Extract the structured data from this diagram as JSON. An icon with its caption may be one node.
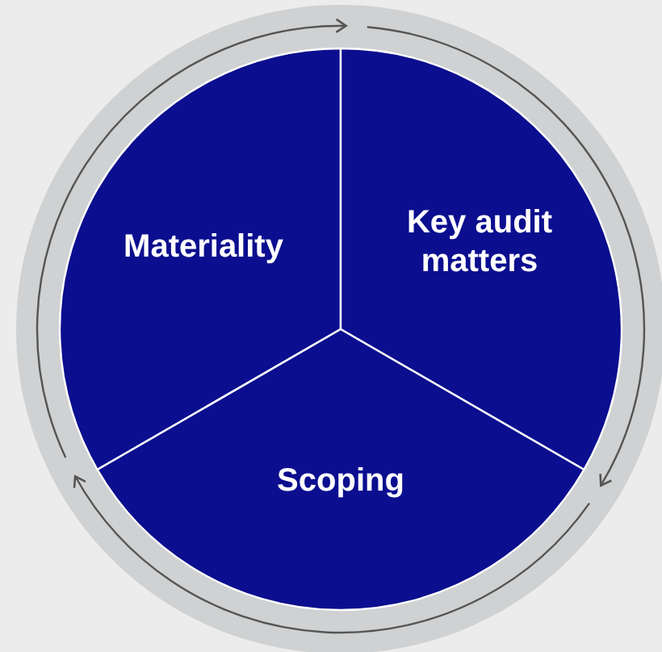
{
  "diagram": {
    "nodes": [
      {
        "text": [
          "Materiality"
        ]
      },
      {
        "text": [
          "Key audit matters"
        ]
      },
      {
        "text": [
          "Scoping"
        ]
      }
    ],
    "edges": [
      {
        "from": 0,
        "to": 1,
        "arrow": "to"
      },
      {
        "from": 1,
        "to": 2,
        "arrow": "to"
      },
      {
        "from": 2,
        "to": 0,
        "arrow": "to"
      }
    ]
  }
}
